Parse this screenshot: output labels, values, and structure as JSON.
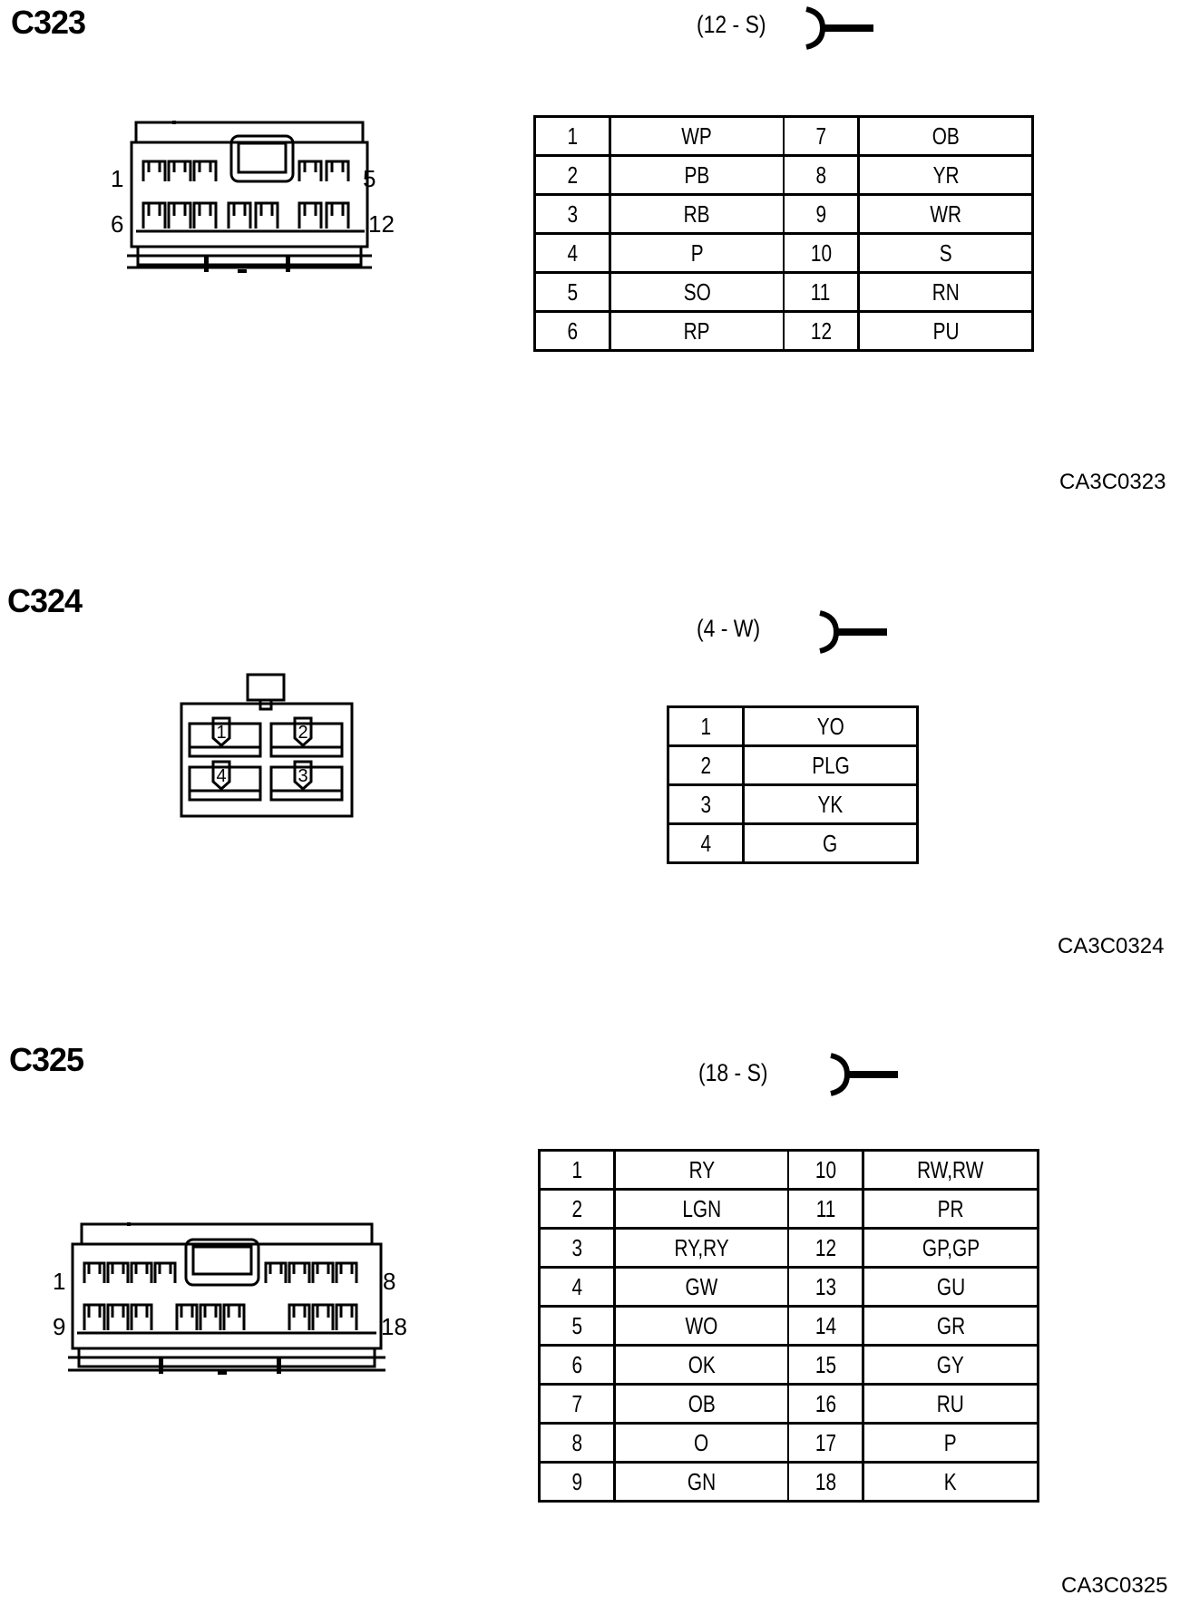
{
  "sections": [
    {
      "id": "C323",
      "title": "C323",
      "spec": "(12 - S)",
      "code": "CA3C0323",
      "labels": [
        "1",
        "5",
        "6",
        "12"
      ],
      "rows": [
        {
          "p1": "1",
          "c1": "WP",
          "p2": "7",
          "c2": "OB"
        },
        {
          "p1": "2",
          "c1": "PB",
          "p2": "8",
          "c2": "YR"
        },
        {
          "p1": "3",
          "c1": "RB",
          "p2": "9",
          "c2": "WR"
        },
        {
          "p1": "4",
          "c1": "P",
          "p2": "10",
          "c2": "S"
        },
        {
          "p1": "5",
          "c1": "SO",
          "p2": "11",
          "c2": "RN"
        },
        {
          "p1": "6",
          "c1": "RP",
          "p2": "12",
          "c2": "PU"
        }
      ]
    },
    {
      "id": "C324",
      "title": "C324",
      "spec": "(4 - W)",
      "code": "CA3C0324",
      "labels": [
        "1",
        "2",
        "4",
        "3"
      ],
      "rows": [
        {
          "p1": "1",
          "c1": "YO"
        },
        {
          "p1": "2",
          "c1": "PLG"
        },
        {
          "p1": "3",
          "c1": "YK"
        },
        {
          "p1": "4",
          "c1": "G"
        }
      ]
    },
    {
      "id": "C325",
      "title": "C325",
      "spec": "(18 - S)",
      "code": "CA3C0325",
      "labels": [
        "1",
        "8",
        "9",
        "18"
      ],
      "rows": [
        {
          "p1": "1",
          "c1": "RY",
          "p2": "10",
          "c2": "RW,RW"
        },
        {
          "p1": "2",
          "c1": "LGN",
          "p2": "11",
          "c2": "PR"
        },
        {
          "p1": "3",
          "c1": "RY,RY",
          "p2": "12",
          "c2": "GP,GP"
        },
        {
          "p1": "4",
          "c1": "GW",
          "p2": "13",
          "c2": "GU"
        },
        {
          "p1": "5",
          "c1": "WO",
          "p2": "14",
          "c2": "GR"
        },
        {
          "p1": "6",
          "c1": "OK",
          "p2": "15",
          "c2": "GY"
        },
        {
          "p1": "7",
          "c1": "OB",
          "p2": "16",
          "c2": "RU"
        },
        {
          "p1": "8",
          "c1": "O",
          "p2": "17",
          "c2": "P"
        },
        {
          "p1": "9",
          "c1": "GN",
          "p2": "18",
          "c2": "K"
        }
      ]
    }
  ]
}
